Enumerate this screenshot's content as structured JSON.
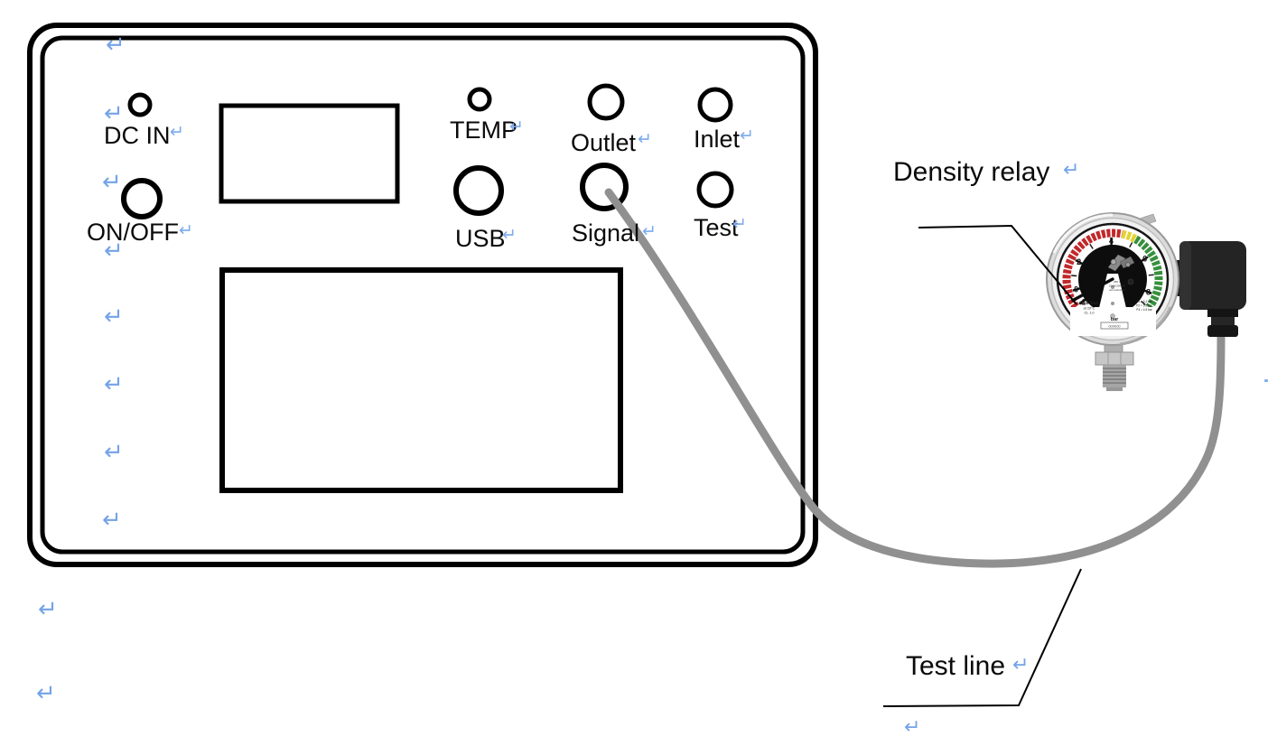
{
  "figure": {
    "description": "SF6 analyzer front panel connected by a test line to a gas density relay"
  },
  "panel": {
    "labels": {
      "dc_in": "DC IN",
      "on_off": "ON/OFF",
      "temp": "TEMP",
      "usb": "USB",
      "outlet": "Outlet",
      "signal": "Signal",
      "inlet": "Inlet",
      "test": "Test"
    }
  },
  "callouts": {
    "density_relay": "Density relay",
    "test_line": "Test line"
  },
  "marks": {
    "glyph": "↵"
  },
  "gauge": {
    "type": "gauge",
    "scale_labels": [
      "-1",
      "0",
      "2",
      "4",
      "6",
      "8"
    ],
    "unit": "bar",
    "gas_text": "SF6 Gas",
    "ref_text": "at 20°C",
    "class_text": "CL 1.0",
    "ratings": [
      "250 V",
      "20 W/250 VA",
      "non-inductive"
    ],
    "setpoints": [
      "P1 = 5.2 bar",
      "P2 = 5.0 bar",
      "P3 = 4.5 bar"
    ],
    "serial": "000000",
    "zone_colors": {
      "red": "#c1282a",
      "yellow": "#e4d234",
      "green": "#35903c"
    }
  },
  "colors": {
    "line": "#000000",
    "cable": "#909090",
    "mark_blue": "#74a3e8"
  }
}
